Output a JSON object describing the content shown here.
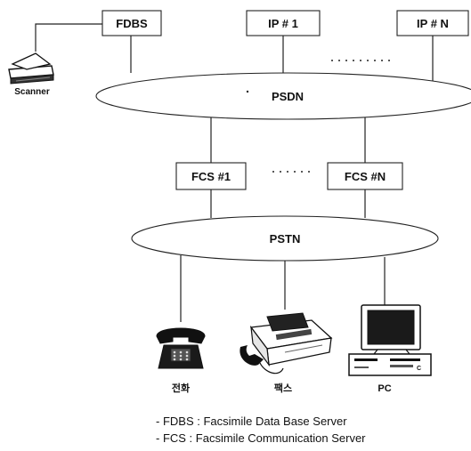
{
  "nodes": {
    "fdbs": "FDBS",
    "ip1": "IP # 1",
    "ipn": "IP # N",
    "psdn": "PSDN",
    "fcs1": "FCS #1",
    "fcsn": "FCS #N",
    "pstn": "PSTN"
  },
  "devices": {
    "scanner": "Scanner",
    "phone": "전화",
    "fax": "팩스",
    "pc": "PC"
  },
  "legend": [
    "- FDBS : Facsimile Data Base Server",
    "- FCS : Facsimile Communication Server"
  ]
}
